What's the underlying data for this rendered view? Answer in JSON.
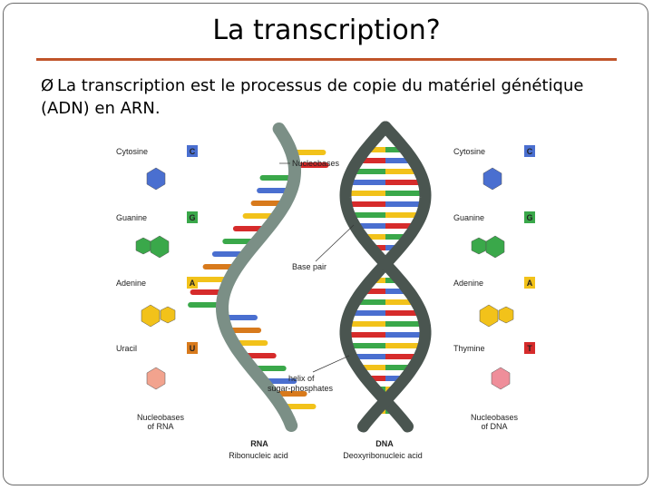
{
  "slide": {
    "title": "La transcription?",
    "bullet_marker": "Ø",
    "bullet_text": "La transcription est le processus de copie du matériel génétique (ADN) en ARN."
  },
  "figure": {
    "left_panel": {
      "items": [
        {
          "name": "Cytosine",
          "letter": "C",
          "color": "#4a6fd0"
        },
        {
          "name": "Guanine",
          "letter": "G",
          "color": "#3aa84a"
        },
        {
          "name": "Adenine",
          "letter": "A",
          "color": "#f2c21a"
        },
        {
          "name": "Uracil",
          "letter": "U",
          "color": "#d87a1c"
        }
      ],
      "footer_line1": "Nucleobases",
      "footer_line2": "of RNA"
    },
    "right_panel": {
      "items": [
        {
          "name": "Cytosine",
          "letter": "C",
          "color": "#4a6fd0"
        },
        {
          "name": "Guanine",
          "letter": "G",
          "color": "#3aa84a"
        },
        {
          "name": "Adenine",
          "letter": "A",
          "color": "#f2c21a"
        },
        {
          "name": "Thymine",
          "letter": "T",
          "color": "#d62b2b"
        }
      ],
      "footer_line1": "Nucleobases",
      "footer_line2": "of DNA"
    },
    "labels": {
      "nucleobases": "Nucleobases",
      "base_pair": "Base pair",
      "helix_line1": "helix of",
      "helix_line2": "sugar-phosphates"
    },
    "rna_title": "RNA",
    "rna_sub": "Ribonucleic acid",
    "dna_title": "DNA",
    "dna_sub": "Deoxyribonucleic acid",
    "colors": {
      "rna_backbone": "#7b8f86",
      "dna_backbone": "#4a5550",
      "title_rule": "#c0542a"
    }
  }
}
